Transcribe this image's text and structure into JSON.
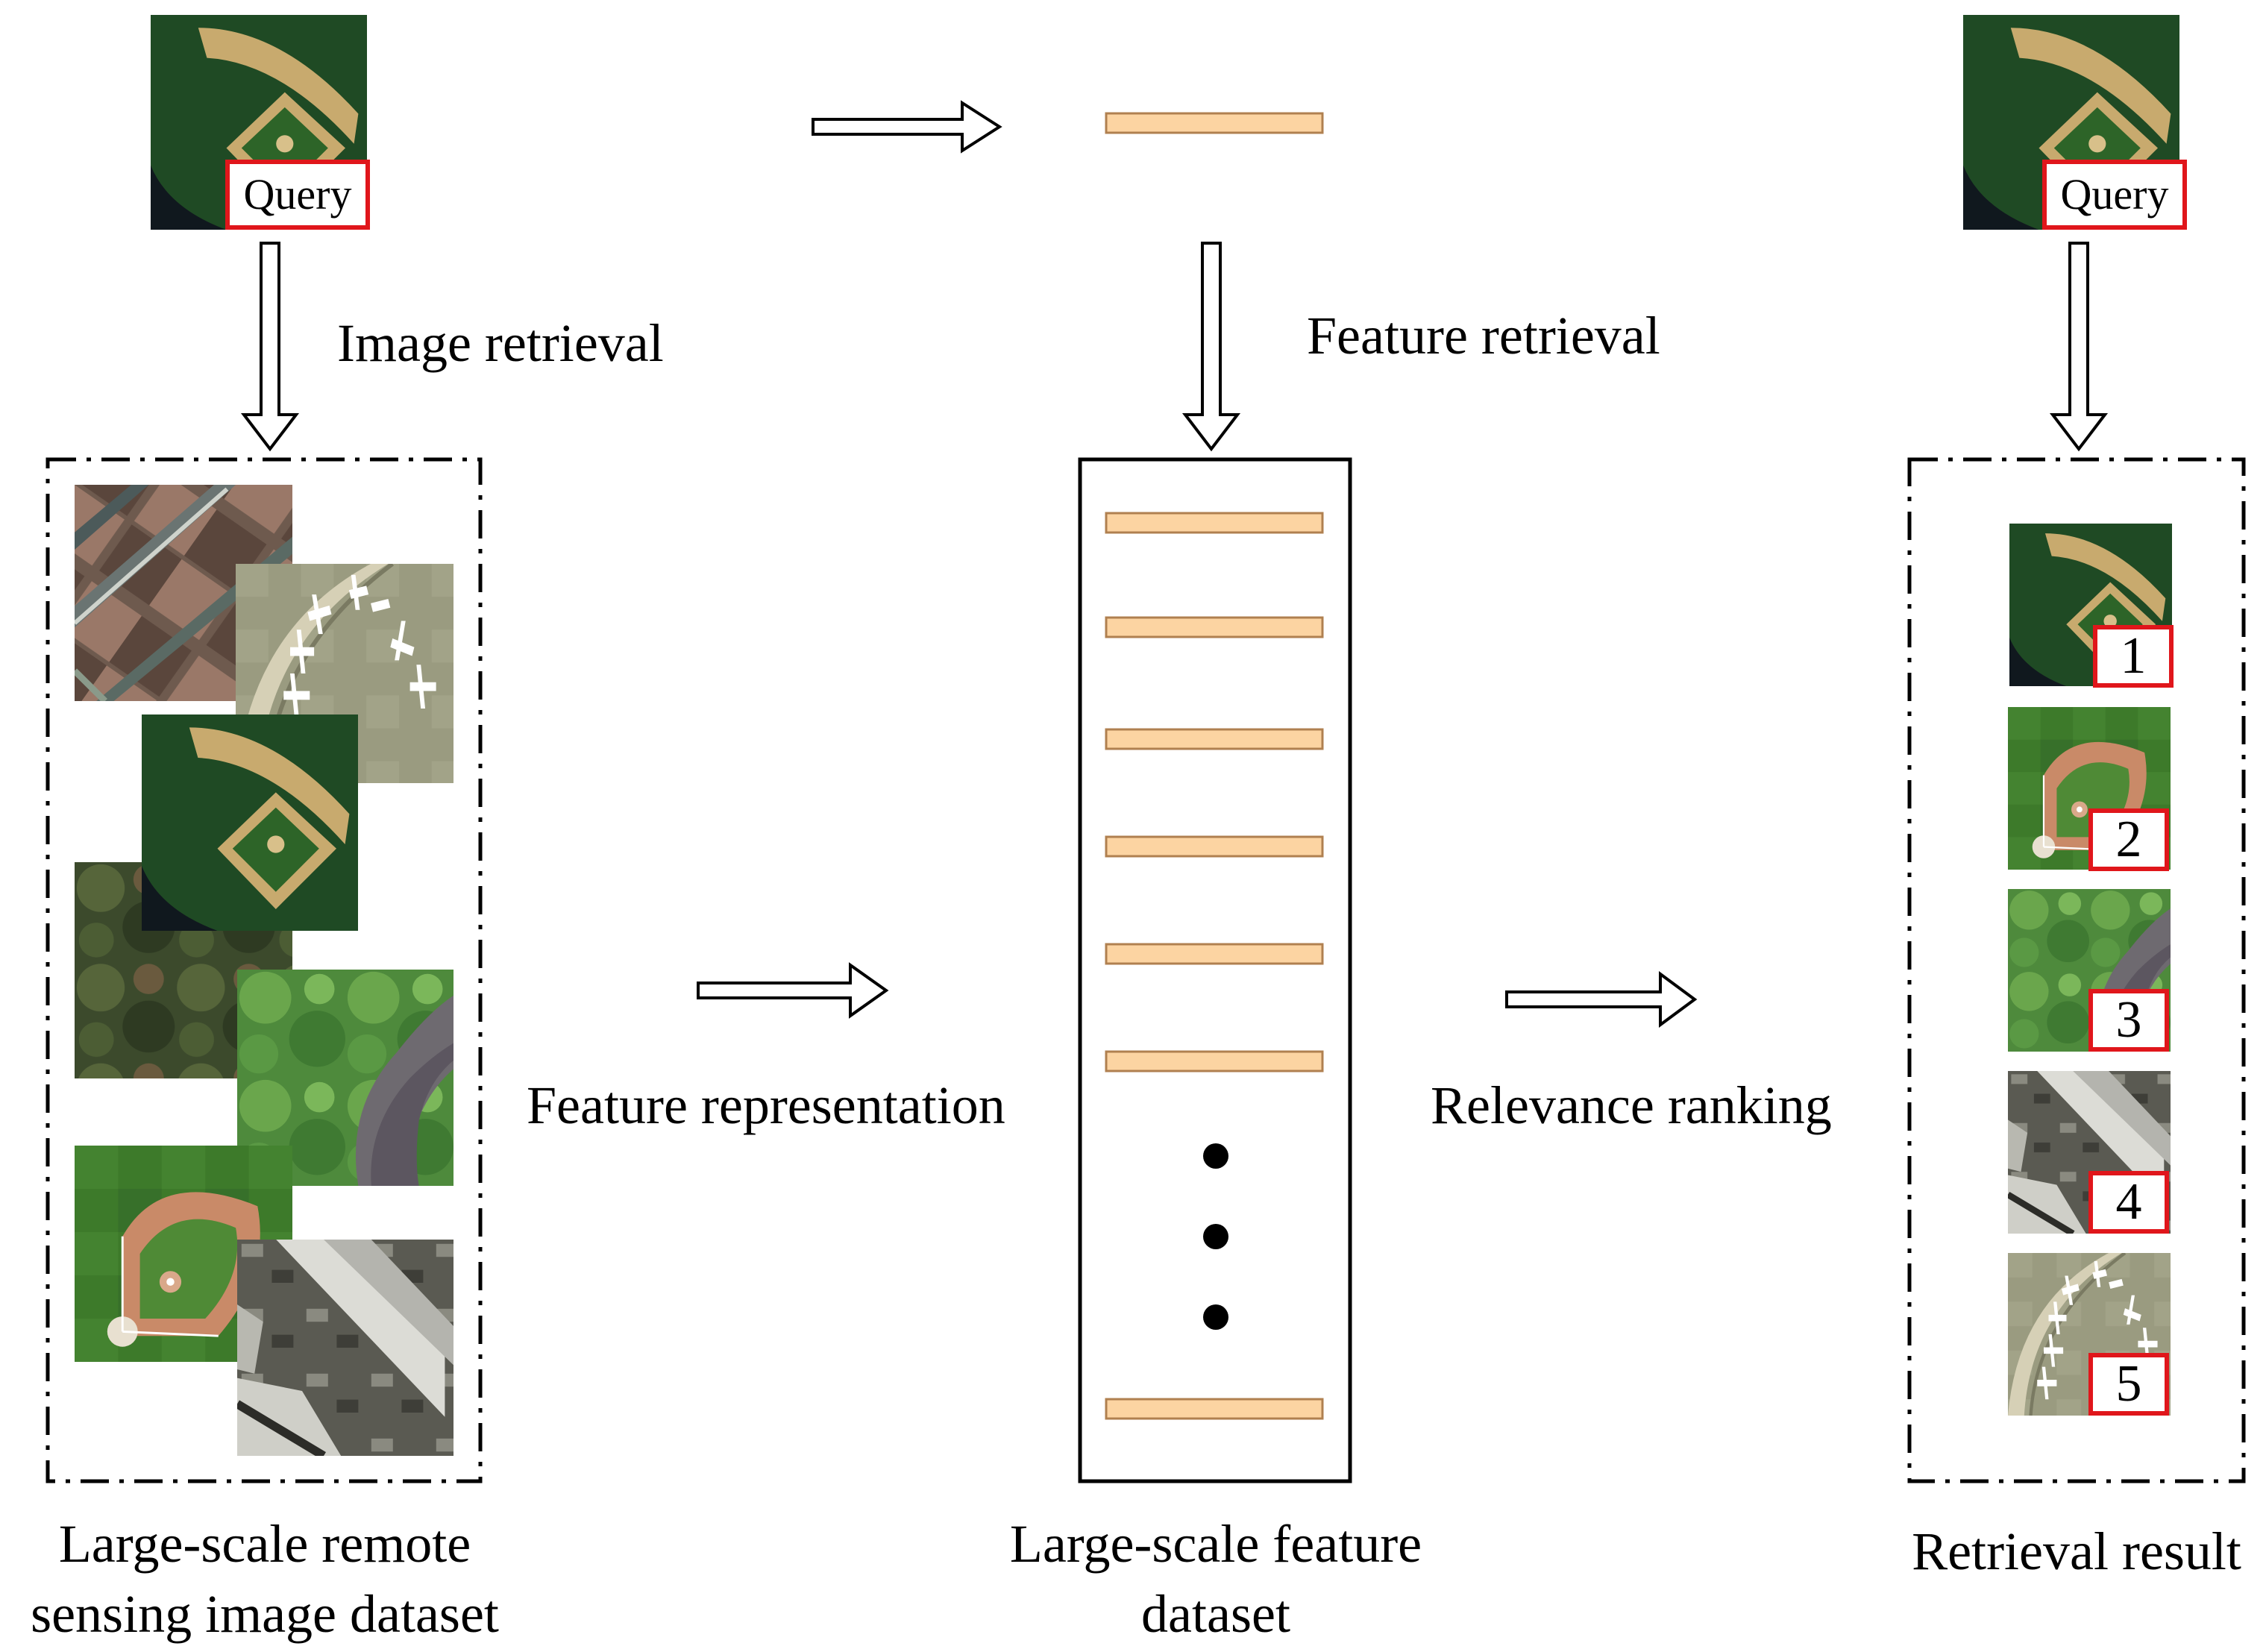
{
  "query_label": "Query",
  "labels": {
    "image_retrieval": "Image retrieval",
    "feature_retrieval": "Feature retrieval",
    "feature_representation": "Feature representation",
    "relevance_ranking": "Relevance ranking"
  },
  "captions": {
    "dataset_line1": "Large-scale remote",
    "dataset_line2": "sensing image dataset",
    "feature_line1": "Large-scale feature",
    "feature_line2": "dataset",
    "result": "Retrieval result"
  },
  "ranks": [
    "1",
    "2",
    "3",
    "4",
    "5"
  ],
  "dataset_thumbnails": [
    "residential",
    "airplanes",
    "baseball-diamond",
    "forest",
    "river",
    "baseball-field",
    "buildings"
  ],
  "result_thumbnails": [
    "baseball-diamond",
    "baseball-field",
    "river",
    "buildings",
    "airplanes"
  ],
  "colors": {
    "feature_bar": "#fcd4a2",
    "feature_bar_border": "#b08050",
    "tag_border": "#e0161b"
  }
}
